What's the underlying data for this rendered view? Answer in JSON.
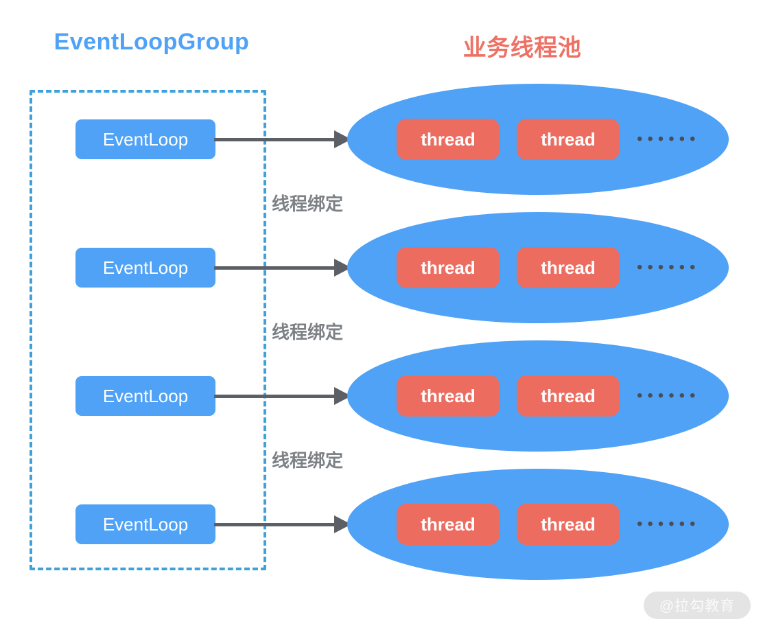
{
  "titles": {
    "group": "EventLoopGroup",
    "pool": "业务线程池"
  },
  "group": {
    "items": [
      {
        "label": "EventLoop"
      },
      {
        "label": "EventLoop"
      },
      {
        "label": "EventLoop"
      },
      {
        "label": "EventLoop"
      }
    ]
  },
  "pool": {
    "rows": [
      {
        "threads": [
          "thread",
          "thread"
        ],
        "more": "••••••"
      },
      {
        "threads": [
          "thread",
          "thread"
        ],
        "more": "••••••"
      },
      {
        "threads": [
          "thread",
          "thread"
        ],
        "more": "••••••"
      },
      {
        "threads": [
          "thread",
          "thread"
        ],
        "more": "••••••"
      }
    ]
  },
  "bindings": [
    {
      "label": "线程绑定"
    },
    {
      "label": "线程绑定"
    },
    {
      "label": "线程绑定"
    }
  ],
  "watermark": {
    "text": "@拉勾教育"
  },
  "colors": {
    "blue": "#4FA2F6",
    "salmon": "#EC6C60",
    "salmon_title": "#ED7164",
    "dashed_border": "#3EA1DC",
    "arrow_gray": "#5C6066",
    "label_gray": "#7D8186",
    "dots_gray": "#4A4E54",
    "watermark_bg": "#E4E4E4",
    "watermark_text": "#FAFAFA"
  }
}
